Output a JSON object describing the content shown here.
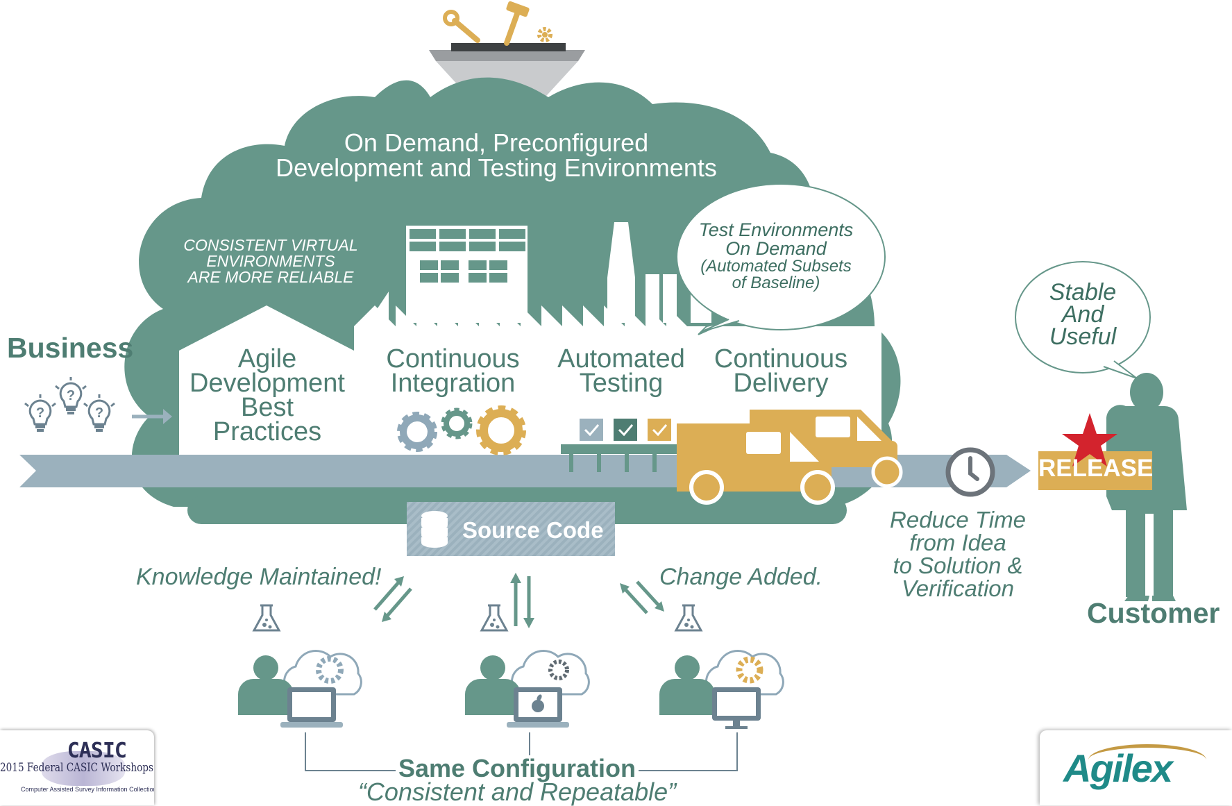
{
  "cloud": {
    "title_line1": "On Demand, Preconfigured",
    "title_line2": "Development and Testing Environments",
    "virtual_line1": "CONSISTENT VIRTUAL",
    "virtual_line2": "ENVIRONMENTS",
    "virtual_line3": "ARE MORE RELIABLE"
  },
  "test_bubble": {
    "line1": "Test Environments",
    "line2": "On Demand",
    "line3": "(Automated Subsets",
    "line4": "of Baseline)"
  },
  "customer_bubble": {
    "line1": "Stable",
    "line2": "And",
    "line3": "Useful"
  },
  "stages": [
    {
      "line1": "Agile",
      "line2": "Development",
      "line3": "Best",
      "line4": "Practices"
    },
    {
      "line1": "Continuous",
      "line2": "Integration"
    },
    {
      "line1": "Automated",
      "line2": "Testing"
    },
    {
      "line1": "Continuous",
      "line2": "Delivery"
    }
  ],
  "business_label": "Business",
  "customer_label": "Customer",
  "release_label": "RELEASE",
  "source_code_label": "Source Code",
  "knowledge_label": "Knowledge Maintained!",
  "change_label": "Change Added.",
  "reduce_time": {
    "line1": "Reduce Time",
    "line2": "from Idea",
    "line3": "to Solution &",
    "line4": "Verification"
  },
  "same_configuration": "Same Configuration",
  "consistent_repeatable": "“Consistent and Repeatable”",
  "logos": {
    "casic_title": "CASIC",
    "casic_subtitle": "2015 Federal CASIC Workshops",
    "casic_caption": "Computer Assisted Survey Information Collection",
    "agilex": "Agilex"
  },
  "colors": {
    "cloud": "#66978a",
    "green_text": "#4e7d72",
    "gold": "#dcae55",
    "pipeline": "#9bb1bd",
    "gear_blue": "#8fa8b8",
    "release_star": "#d3232d"
  },
  "icons": [
    "lightbulb-icon",
    "gear-icon",
    "checkbox-icon",
    "delivery-van-icon",
    "clock-icon",
    "database-icon",
    "flask-icon",
    "developer-icon",
    "laptop-icon",
    "apple-icon",
    "monitor-icon",
    "star-icon",
    "wrench-icon",
    "hammer-icon",
    "funnel-icon"
  ]
}
